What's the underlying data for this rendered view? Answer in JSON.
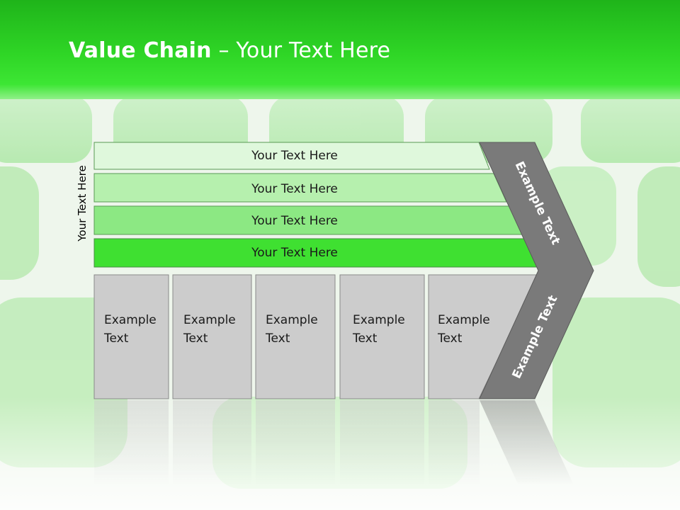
{
  "title": {
    "bold": "Value Chain",
    "rest": " – Your Text Here"
  },
  "side_label": "Your Text Here",
  "rows": [
    "Your Text Here",
    "Your Text Here",
    "Your Text Here",
    "Your Text Here"
  ],
  "boxes": [
    "Example\nText",
    "Example\nText",
    "Example\nText",
    "Example\nText",
    "Example\nText"
  ],
  "arrow": {
    "upper": "Example Text",
    "lower": "Example Text"
  },
  "colors": {
    "header_green": "#35e02a",
    "row1": "#dff8dc",
    "row2": "#b6f0ae",
    "row3": "#8ce883",
    "row4": "#3fe031",
    "box": "#cccccc",
    "arrow": "#7a7a7a"
  }
}
